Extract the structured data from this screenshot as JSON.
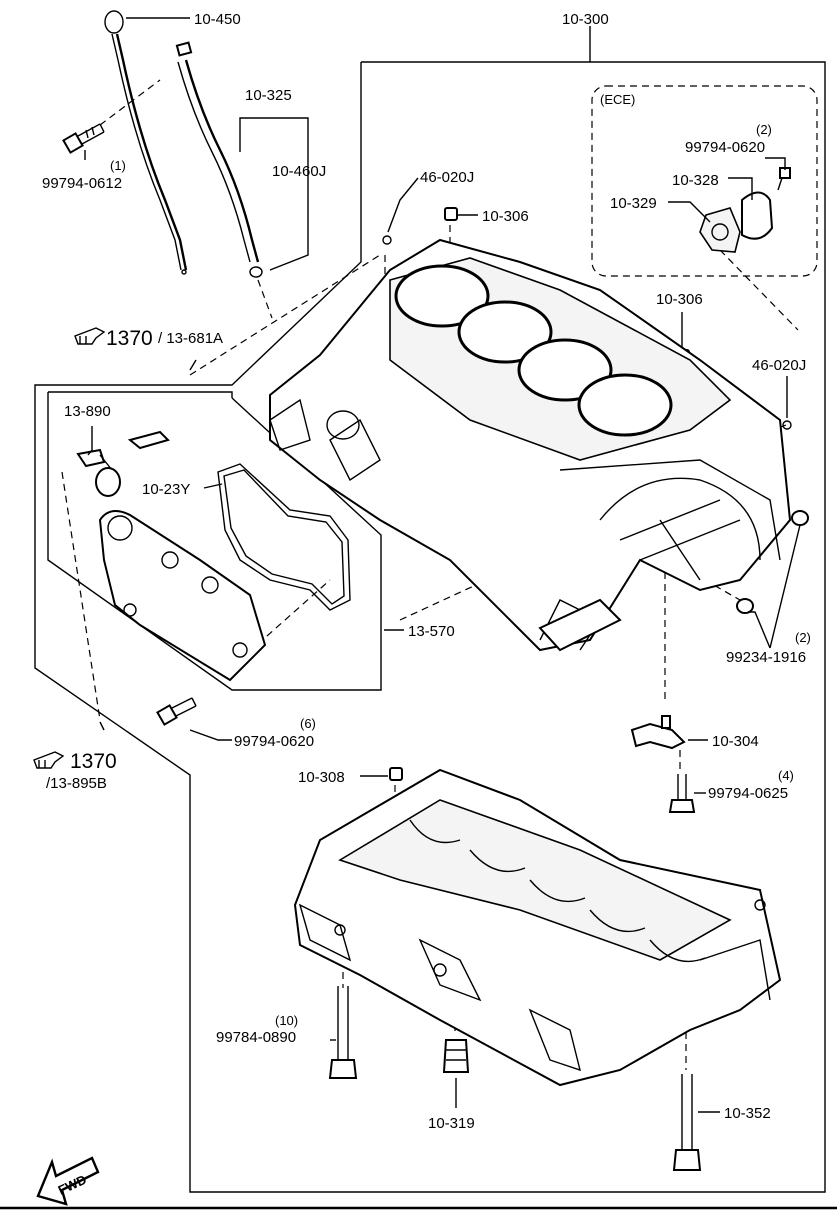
{
  "labels": {
    "l_10_450": "10-450",
    "l_10_300": "10-300",
    "l_10_325": "10-325",
    "l_10_460j": "10-460J",
    "l_99794_0612": "99794-0612",
    "l_qty_0612": "(1)",
    "l_ece": "(ECE)",
    "l_qty_0620_top": "(2)",
    "l_99794_0620_top": "99794-0620",
    "l_10_328": "10-328",
    "l_10_329": "10-329",
    "l_46_020j_top": "46-020J",
    "l_10_306_top": "10-306",
    "l_10_306_right": "10-306",
    "l_46_020j_right": "46-020J",
    "l_ref_1370_top": "1370",
    "l_ref_13_681a": "/ 13-681A",
    "l_13_890": "13-890",
    "l_10_23y": "10-23Y",
    "l_13_570": "13-570",
    "l_qty_1916": "(2)",
    "l_99234_1916": "99234-1916",
    "l_qty_0620_bot": "(6)",
    "l_99794_0620_bot": "99794-0620",
    "l_ref_1370_bot": "1370",
    "l_ref_13_895b": "/13-895B",
    "l_10_304": "10-304",
    "l_10_308": "10-308",
    "l_qty_0625": "(4)",
    "l_99794_0625": "99794-0625",
    "l_qty_0890": "(10)",
    "l_99784_0890": "99784-0890",
    "l_10_319": "10-319",
    "l_10_352": "10-352",
    "l_fwd": "FWD"
  },
  "icons": [
    "hand-pointer-icon",
    "fwd-arrow-icon"
  ]
}
